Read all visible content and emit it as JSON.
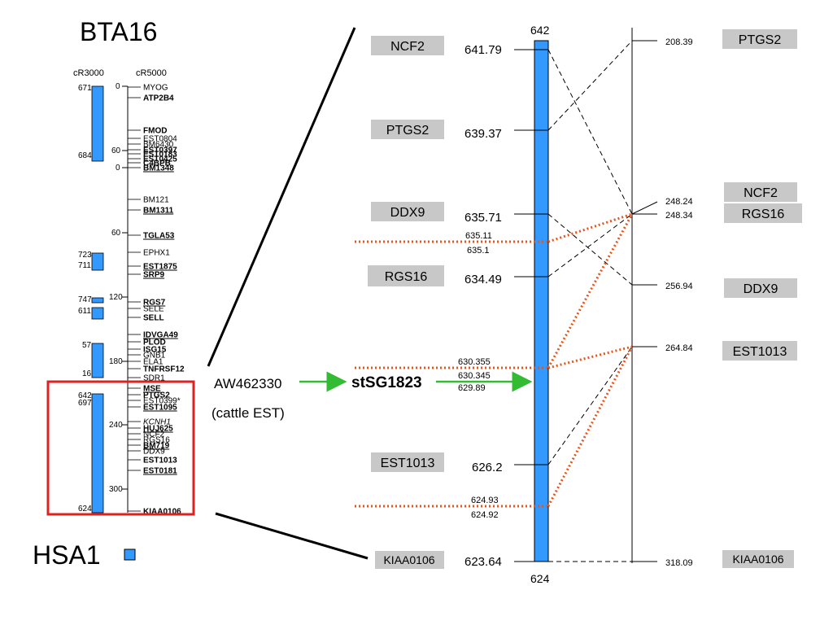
{
  "header": {
    "chromosome_title": "BTA16",
    "species_label": "HSA1",
    "col_cr3000": "cR3000",
    "col_cr5000": "cR5000"
  },
  "colors": {
    "blue_bar": "#3399ff",
    "red_box": "#dd2222",
    "dotted_red": "#e8541a",
    "green_arrow": "#33bb33",
    "gray_label_bg": "#c8c8c8"
  },
  "left_map": {
    "cr3000_labels": [
      {
        "id": "c671",
        "text": "671"
      },
      {
        "id": "c684",
        "text": "684"
      },
      {
        "id": "c723",
        "text": "723"
      },
      {
        "id": "c711",
        "text": "711"
      },
      {
        "id": "c747",
        "text": "747"
      },
      {
        "id": "c611",
        "text": "611"
      },
      {
        "id": "c57",
        "text": "57"
      },
      {
        "id": "c16",
        "text": "16"
      },
      {
        "id": "c642",
        "text": "642"
      },
      {
        "id": "c697",
        "text": "697"
      },
      {
        "id": "c624",
        "text": "624"
      }
    ],
    "cr5000_ticks": [
      {
        "id": "t0a",
        "text": "0"
      },
      {
        "id": "t60a",
        "text": "60"
      },
      {
        "id": "t0b",
        "text": "0"
      },
      {
        "id": "t60b",
        "text": "60"
      },
      {
        "id": "t120",
        "text": "120"
      },
      {
        "id": "t180",
        "text": "180"
      },
      {
        "id": "t240",
        "text": "240"
      },
      {
        "id": "t300",
        "text": "300"
      }
    ],
    "markers": [
      {
        "text": "MYOG",
        "style": "n"
      },
      {
        "text": "ATP2B4",
        "style": "b"
      },
      {
        "text": "FMOD",
        "style": "b"
      },
      {
        "text": "EST0804",
        "style": "n"
      },
      {
        "text": "BM6430",
        "style": "n"
      },
      {
        "text": "EST0397",
        "style": "b"
      },
      {
        "text": "EST0183",
        "style": "b"
      },
      {
        "text": "EST0425",
        "style": "b"
      },
      {
        "text": "C4BPB",
        "style": "b"
      },
      {
        "text": "BM1348",
        "style": "bu"
      },
      {
        "text": "BM121",
        "style": "n"
      },
      {
        "text": "BM1311",
        "style": "bu"
      },
      {
        "text": "TGLA53",
        "style": "bu"
      },
      {
        "text": "EPHX1",
        "style": "n"
      },
      {
        "text": "EST1875",
        "style": "bu"
      },
      {
        "text": "SRP9",
        "style": "bu"
      },
      {
        "text": "RGS7",
        "style": "bu"
      },
      {
        "text": "SELE",
        "style": "n"
      },
      {
        "text": "SELL",
        "style": "b"
      },
      {
        "text": "IDVGA49",
        "style": "bu"
      },
      {
        "text": "PLOD",
        "style": "b"
      },
      {
        "text": "ISG15",
        "style": "b"
      },
      {
        "text": "GNB1",
        "style": "n"
      },
      {
        "text": "ELA1",
        "style": "n"
      },
      {
        "text": "TNFRSF12",
        "style": "b"
      },
      {
        "text": "SDR1",
        "style": "n"
      },
      {
        "text": "MSE",
        "style": "bu"
      },
      {
        "text": "PTGS2",
        "style": "b"
      },
      {
        "text": "EST0399*",
        "style": "n"
      },
      {
        "text": "EST1095",
        "style": "bu"
      },
      {
        "text": "KCNH1",
        "style": "i"
      },
      {
        "text": "HUJ625",
        "style": "bu"
      },
      {
        "text": "NCF2",
        "style": "n"
      },
      {
        "text": "RGS16",
        "style": "n"
      },
      {
        "text": "BM719",
        "style": "bu"
      },
      {
        "text": "DDX9",
        "style": "n"
      },
      {
        "text": "EST1013",
        "style": "b"
      },
      {
        "text": "EST0181",
        "style": "bu"
      },
      {
        "text": "KIAA0106",
        "style": "b"
      }
    ]
  },
  "middle": {
    "est_label": "AW462330",
    "est_note": "(cattle EST)",
    "stsg_label": "stSG1823",
    "bar_top": "642",
    "bar_bottom": "624",
    "genes": [
      {
        "id": "ncf2",
        "name": "NCF2",
        "pos": "641.79"
      },
      {
        "id": "ptgs2",
        "name": "PTGS2",
        "pos": "639.37"
      },
      {
        "id": "ddx9",
        "name": "DDX9",
        "pos": "635.71"
      },
      {
        "id": "rgs16",
        "name": "RGS16",
        "pos": "634.49"
      },
      {
        "id": "est1013",
        "name": "EST1013",
        "pos": "626.2"
      },
      {
        "id": "kiaa0106",
        "name": "KIAA0106",
        "pos": "623.64"
      }
    ],
    "dotted_marks": [
      {
        "id": "d1",
        "upper": "635.11",
        "lower": "635.1"
      },
      {
        "id": "d2",
        "upper": "630.355",
        "lower": "630.345"
      },
      {
        "id": "d3",
        "lower": "629.89"
      },
      {
        "id": "d4",
        "upper": "624.93",
        "lower": "624.92"
      }
    ]
  },
  "right": {
    "genes": [
      {
        "id": "rptgs2",
        "name": "PTGS2",
        "pos": "208.39"
      },
      {
        "id": "rncf2",
        "name": "NCF2",
        "pos": "248.24"
      },
      {
        "id": "rrgs16",
        "name": "RGS16",
        "pos": "248.34"
      },
      {
        "id": "rddx9",
        "name": "DDX9",
        "pos": "256.94"
      },
      {
        "id": "rest1013",
        "name": "EST1013",
        "pos": "264.84"
      },
      {
        "id": "rkiaa",
        "name": "KIAA0106",
        "pos": "318.09"
      }
    ]
  }
}
